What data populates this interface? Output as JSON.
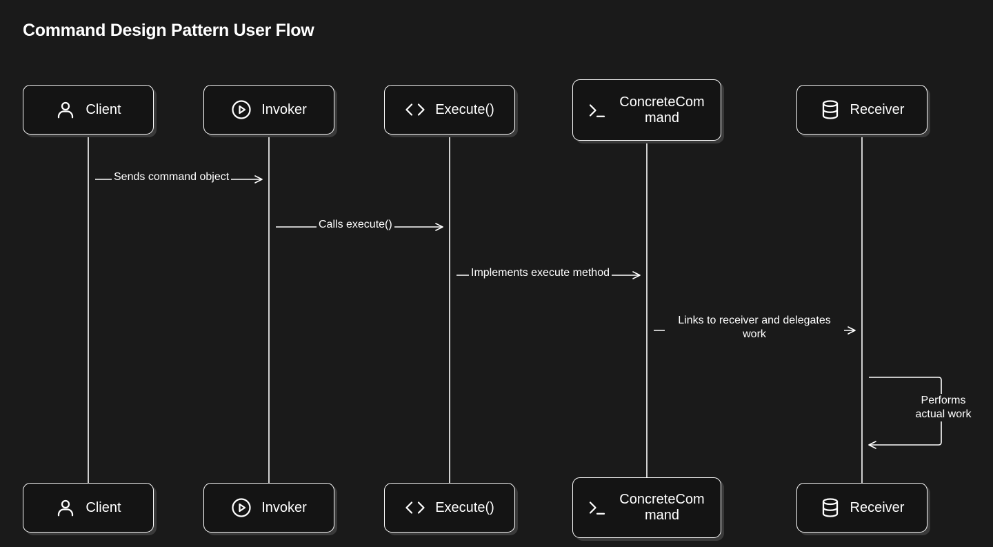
{
  "title": "Command Design Pattern User Flow",
  "participants": [
    {
      "id": "client",
      "label": "Client",
      "icon": "user-icon"
    },
    {
      "id": "invoker",
      "label": "Invoker",
      "icon": "play-circle-icon"
    },
    {
      "id": "execute",
      "label": "Execute()",
      "icon": "code-icon"
    },
    {
      "id": "concrete",
      "label": "ConcreteCom mand",
      "icon": "terminal-icon"
    },
    {
      "id": "receiver",
      "label": "Receiver",
      "icon": "database-icon"
    }
  ],
  "messages": [
    {
      "from": "client",
      "to": "invoker",
      "label": "Sends command object"
    },
    {
      "from": "invoker",
      "to": "execute",
      "label": "Calls execute()"
    },
    {
      "from": "execute",
      "to": "concrete",
      "label": "Implements execute method"
    },
    {
      "from": "concrete",
      "to": "receiver",
      "label": "Links to receiver and delegates work"
    },
    {
      "from": "receiver",
      "to": "receiver",
      "label": "Performs actual work"
    }
  ],
  "colors": {
    "background": "#1a1a1a",
    "box_fill": "#141414",
    "stroke": "#ffffff",
    "shadow": "#3a3a3a"
  }
}
